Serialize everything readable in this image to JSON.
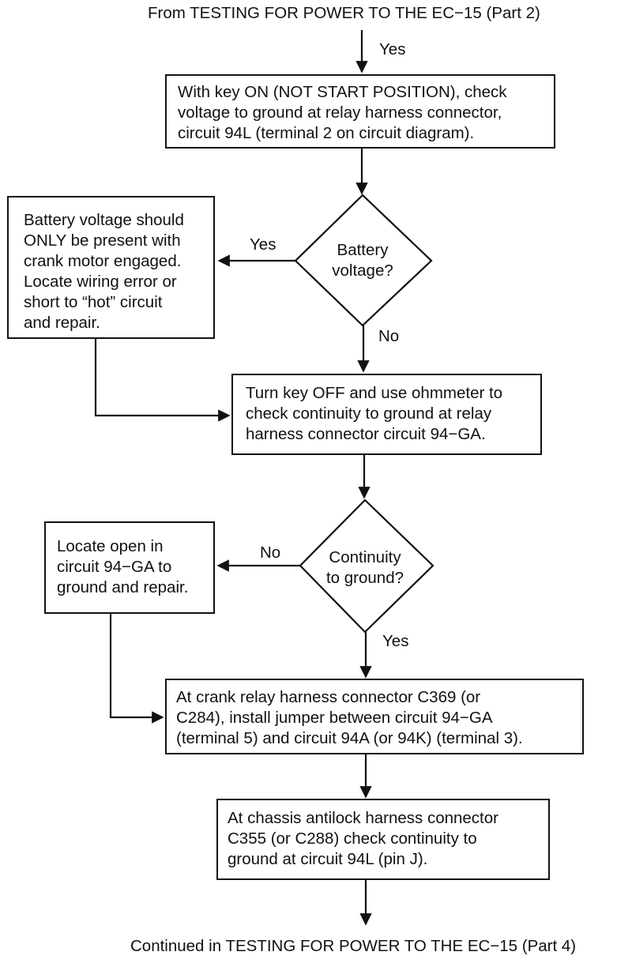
{
  "header": "From TESTING FOR POWER TO THE EC−15 (Part 2)",
  "footer": "Continued in TESTING FOR POWER TO THE EC−15 (Part 4)",
  "steps": {
    "check_voltage": [
      "With key ON (NOT START POSITION), check",
      "voltage to ground at relay harness connector,",
      "circuit 94L (terminal 2 on circuit diagram)."
    ],
    "battery_voltage_q": [
      "Battery",
      "voltage?"
    ],
    "battery_voltage_yes": [
      "Battery voltage should",
      "ONLY be present with",
      "crank motor engaged.",
      "Locate wiring error or",
      "short to “hot” circuit",
      "and repair."
    ],
    "check_continuity": [
      "Turn key OFF and use ohmmeter to",
      "check continuity to ground at relay",
      "harness connector circuit 94−GA."
    ],
    "continuity_q": [
      "Continuity",
      "to ground?"
    ],
    "continuity_no": [
      "Locate open in",
      "circuit 94−GA to",
      "ground and repair."
    ],
    "install_jumper": [
      "At crank relay harness connector C369 (or",
      "C284), install jumper between circuit 94−GA",
      "(terminal 5) and circuit 94A (or 94K) (terminal 3)."
    ],
    "check_chassis": [
      "At chassis antilock harness connector",
      "C355 (or C288) check continuity to",
      "ground at circuit 94L (pin J)."
    ]
  },
  "edge_labels": {
    "yes_top": "Yes",
    "yes_battery": "Yes",
    "no_battery": "No",
    "no_continuity": "No",
    "yes_continuity": "Yes"
  }
}
